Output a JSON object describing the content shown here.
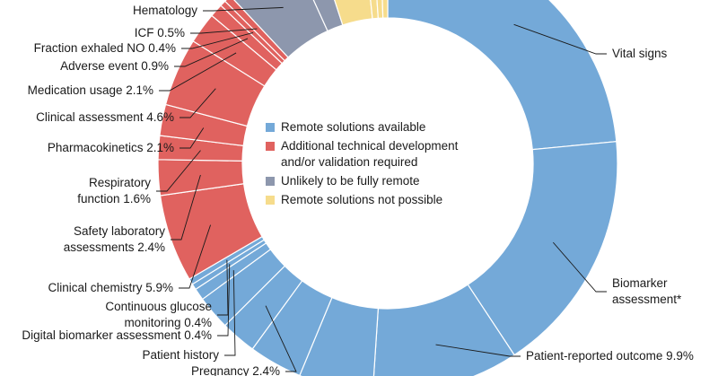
{
  "chart_data": {
    "type": "pie",
    "colors": {
      "Remote solutions available": "#74a9d8",
      "Additional technical development and/or validation required": "#e0625f",
      "Unlikely to be fully remote": "#8d97ad",
      "Remote solutions not possible": "#f6dc8c"
    },
    "legend": [
      {
        "name": "Remote solutions available",
        "lines": [
          "Remote solutions available"
        ]
      },
      {
        "name": "Additional technical development and/or validation required",
        "lines": [
          "Additional technical development",
          "and/or validation required"
        ]
      },
      {
        "name": "Unlikely to be fully remote",
        "lines": [
          "Unlikely to be fully remote"
        ]
      },
      {
        "name": "Remote solutions not possible",
        "lines": [
          "Remote solutions not possible"
        ]
      }
    ],
    "slices": [
      {
        "label": [
          "Vital signs"
        ],
        "value": 22.5,
        "category": "Remote solutions available"
      },
      {
        "label": [
          "Biomarker",
          "assessment*"
        ],
        "value": 16.5,
        "category": "Remote solutions available"
      },
      {
        "label": [
          "Patient-reported outcome 9.9%"
        ],
        "value": 9.9,
        "category": "Remote solutions available"
      },
      {
        "label": [],
        "value": 5.0,
        "category": "Remote solutions available"
      },
      {
        "label": [],
        "value": 3.6,
        "category": "Remote solutions available"
      },
      {
        "label": [
          "Pregnancy 2.4%"
        ],
        "value": 2.4,
        "category": "Remote solutions available"
      },
      {
        "label": [],
        "value": 2.3,
        "category": "Remote solutions available"
      },
      {
        "label": [
          "Patient history"
        ],
        "value": 0.8,
        "category": "Remote solutions available"
      },
      {
        "label": [
          "Digital biomarker assessment 0.4%"
        ],
        "value": 0.4,
        "category": "Remote solutions available"
      },
      {
        "label": [
          "Continuous glucose",
          "monitoring 0.4%"
        ],
        "value": 0.4,
        "category": "Remote solutions available"
      },
      {
        "label": [
          "Clinical chemistry 5.9%"
        ],
        "value": 5.9,
        "category": "Additional technical development and/or validation required"
      },
      {
        "label": [
          "Safety laboratory",
          "assessments 2.4%"
        ],
        "value": 2.4,
        "category": "Additional technical development and/or validation required"
      },
      {
        "label": [
          "Respiratory",
          "function 1.6%"
        ],
        "value": 1.6,
        "category": "Additional technical development and/or validation required"
      },
      {
        "label": [
          "Pharmacokinetics 2.1%"
        ],
        "value": 2.1,
        "category": "Additional technical development and/or validation required"
      },
      {
        "label": [
          "Clinical assessment 4.6%"
        ],
        "value": 4.6,
        "category": "Additional technical development and/or validation required"
      },
      {
        "label": [
          "Medication usage 2.1%"
        ],
        "value": 2.1,
        "category": "Additional technical development and/or validation required"
      },
      {
        "label": [
          "Adverse event 0.9%"
        ],
        "value": 0.9,
        "category": "Additional technical development and/or validation required"
      },
      {
        "label": [
          "Fraction exhaled NO 0.4%"
        ],
        "value": 0.4,
        "category": "Additional technical development and/or validation required"
      },
      {
        "label": [
          "ICF 0.5%"
        ],
        "value": 0.5,
        "category": "Additional technical development and/or validation required"
      },
      {
        "label": [
          "Hematology"
        ],
        "value": 5.0,
        "category": "Unlikely to be fully remote"
      },
      {
        "label": [],
        "value": 1.7,
        "category": "Unlikely to be fully remote"
      },
      {
        "label": [],
        "value": 3.2,
        "category": "Remote solutions not possible"
      },
      {
        "label": [],
        "value": 0.6,
        "category": "Remote solutions not possible"
      },
      {
        "label": [],
        "value": 0.5,
        "category": "Remote solutions not possible"
      },
      {
        "label": [],
        "value": 0.5,
        "category": "Remote solutions not possible"
      }
    ]
  }
}
